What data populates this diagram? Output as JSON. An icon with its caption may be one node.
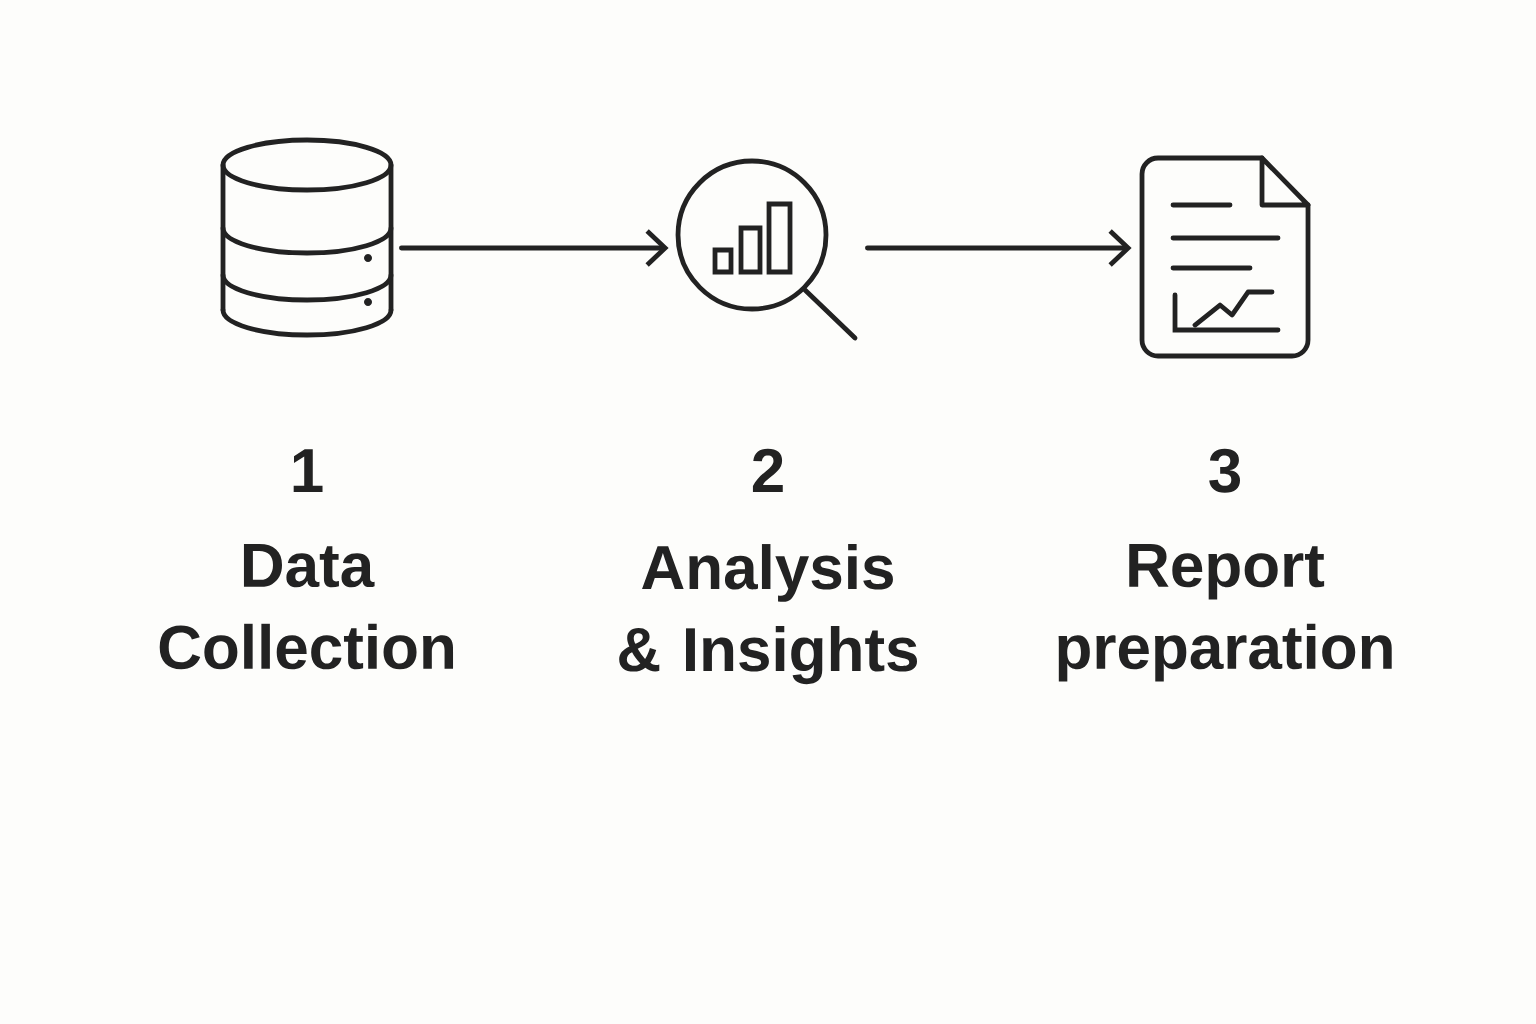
{
  "diagram": {
    "nodes": [
      {
        "text": [],
        "shape": "cylinder",
        "beside": [
          "1",
          "Data Collection"
        ]
      },
      {
        "text": [],
        "shape": "picture",
        "beside": [
          "2",
          "Analysis & Insights"
        ]
      },
      {
        "text": [],
        "shape": "picture",
        "beside": [
          "3",
          "Report preparation"
        ]
      }
    ],
    "edges": [
      {
        "from": 0,
        "to": 1,
        "arrow": "to"
      },
      {
        "from": 1,
        "to": 2,
        "arrow": "to"
      }
    ]
  }
}
